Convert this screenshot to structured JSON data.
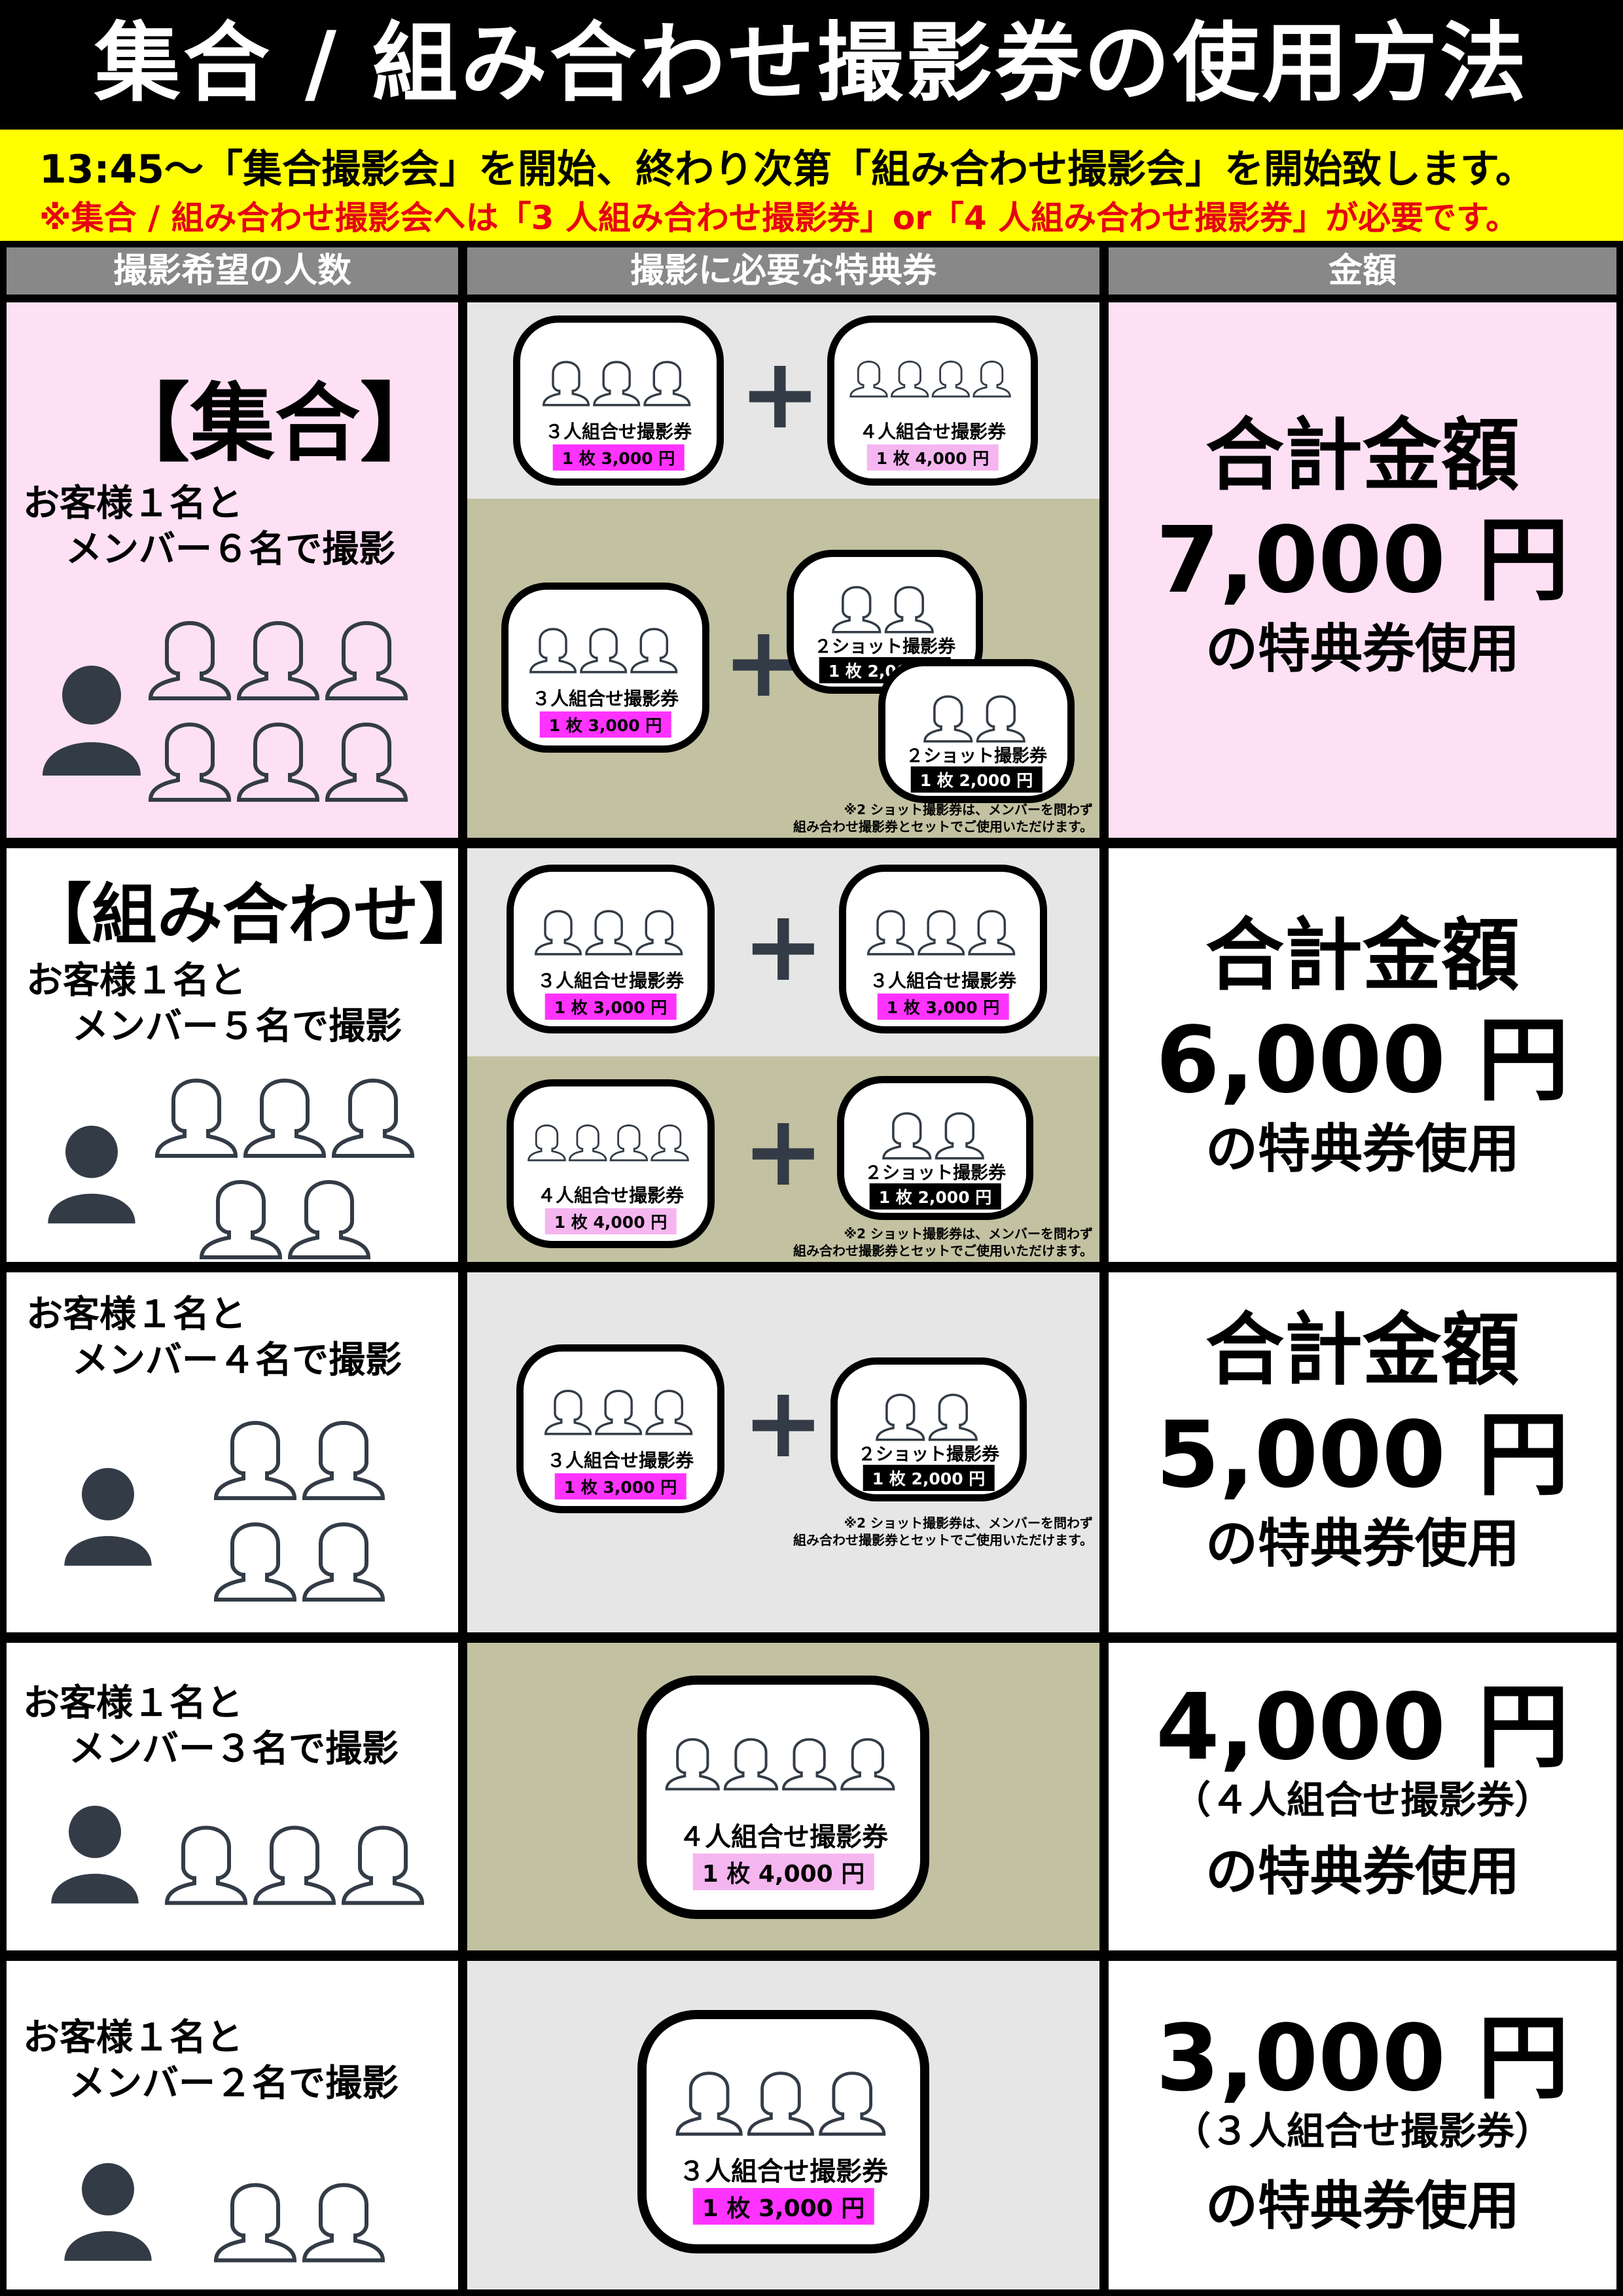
{
  "title": "集合 / 組み合わせ撮影券の使用方法",
  "notice": {
    "line1": "13:45〜「集合撮影会」を開始、終わり次第「組み合わせ撮影会」を開始致します。",
    "line2": "※集合 / 組み合わせ撮影会へは「3 人組み合わせ撮影券」or「4 人組み合わせ撮影券」が必要です。"
  },
  "headers": [
    "撮影希望の人数",
    "撮影に必要な特典券",
    "金額"
  ],
  "colors": {
    "pink_price": "#ff33ff",
    "light_pink_price": "#f5b6f0",
    "black_price": "#000000",
    "olive": "#c2c1a1",
    "grey": "#e6e6e6"
  },
  "tickets": {
    "t3": {
      "name": "３人組合せ撮影券",
      "price": "1 枚 3,000 円"
    },
    "t4": {
      "name": "４人組合せ撮影券",
      "price": "1 枚 4,000 円"
    },
    "t2": {
      "name": "２ショット撮影券",
      "price": "1 枚 2,000 円"
    }
  },
  "note": {
    "line1": "※2 ショット撮影券は、メンバーを問わず",
    "line2": "組み合わせ撮影券とセットでご使用いただけます。"
  },
  "rows": [
    {
      "tag": "【集合】",
      "line1": "お客様１名と",
      "line2": "メンバー６名で撮影",
      "price_label": "合計金額",
      "amount": "7,000 円",
      "usage": "の特典券使用"
    },
    {
      "tag": "【組み合わせ】",
      "line1": "お客様１名と",
      "line2": "メンバー５名で撮影",
      "price_label": "合計金額",
      "amount": "6,000 円",
      "usage": "の特典券使用"
    },
    {
      "line1": "お客様１名と",
      "line2": "メンバー４名で撮影",
      "price_label": "合計金額",
      "amount": "5,000 円",
      "usage": "の特典券使用"
    },
    {
      "line1": "お客様１名と",
      "line2": "メンバー３名で撮影",
      "amount": "4,000 円",
      "ticket_note": "（４人組合せ撮影券）",
      "usage": "の特典券使用"
    },
    {
      "line1": "お客様１名と",
      "line2": "メンバー２名で撮影",
      "amount": "3,000 円",
      "ticket_note": "（３人組合せ撮影券）",
      "usage": "の特典券使用"
    }
  ],
  "icons": {
    "member": "member-outline-icon",
    "customer": "customer-silhouette-icon",
    "plus": "plus-icon"
  }
}
